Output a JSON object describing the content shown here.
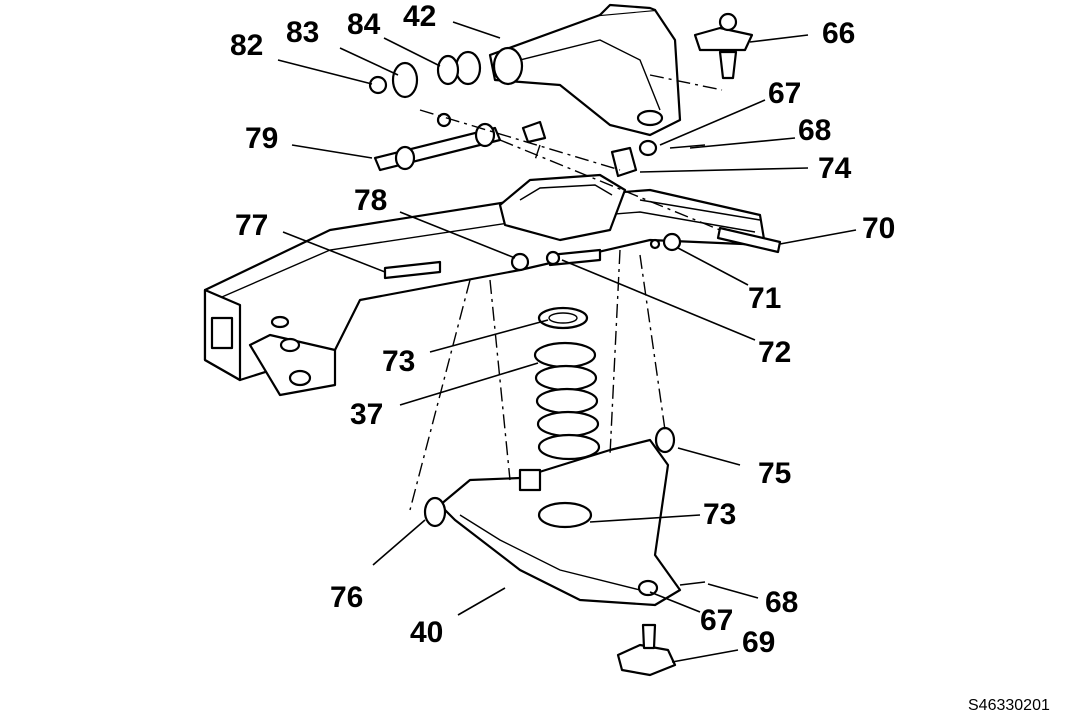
{
  "callouts": {
    "c82": "82",
    "c83": "83",
    "c84": "84",
    "c42": "42",
    "c66": "66",
    "c67_top": "67",
    "c68_top": "68",
    "c74": "74",
    "c79": "79",
    "c78": "78",
    "c77": "77",
    "c70": "70",
    "c71": "71",
    "c72": "72",
    "c73_top": "73",
    "c37": "37",
    "c75": "75",
    "c73_bottom": "73",
    "c76": "76",
    "c68_bottom": "68",
    "c40": "40",
    "c67_bottom": "67",
    "c69": "69"
  },
  "figure_code": "S46330201"
}
